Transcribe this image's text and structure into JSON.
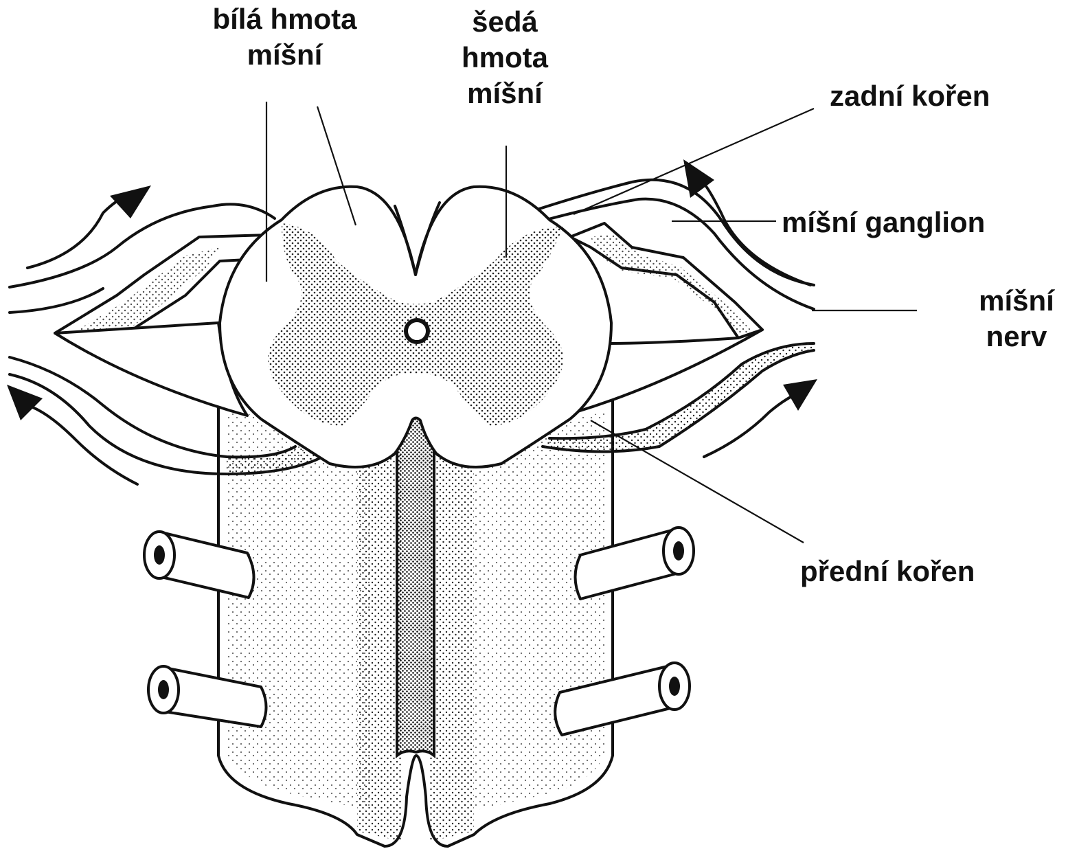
{
  "labels": {
    "white_matter_l1": "bílá hmota",
    "white_matter_l2": "míšní",
    "grey_matter_l1": "šedá",
    "grey_matter_l2": "hmota",
    "grey_matter_l3": "míšní",
    "dorsal_root": "zadní kořen",
    "spinal_ganglion": "míšní ganglion",
    "spinal_nerve_l1": "míšní",
    "spinal_nerve_l2": "nerv",
    "ventral_root": "přední kořen"
  }
}
